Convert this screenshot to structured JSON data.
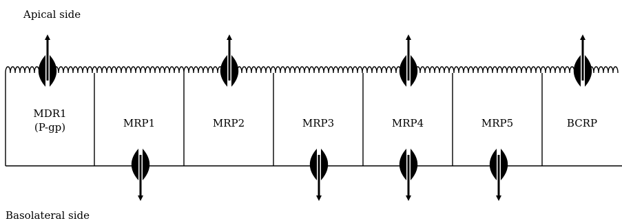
{
  "diagram": {
    "apical_label": "Apical side",
    "basolateral_label": "Basolateral side",
    "cells": [
      {
        "label_lines": [
          "MDR1",
          "(P-gp)"
        ],
        "transporter_side": "apical"
      },
      {
        "label_lines": [
          "MRP1"
        ],
        "transporter_side": "basolateral"
      },
      {
        "label_lines": [
          "MRP2"
        ],
        "transporter_side": "apical"
      },
      {
        "label_lines": [
          "MRP3"
        ],
        "transporter_side": "basolateral"
      },
      {
        "label_lines": [
          "MRP4"
        ],
        "transporter_side": "both"
      },
      {
        "label_lines": [
          "MRP5"
        ],
        "transporter_side": "basolateral"
      },
      {
        "label_lines": [
          "BCRP"
        ],
        "transporter_side": "apical"
      }
    ]
  }
}
